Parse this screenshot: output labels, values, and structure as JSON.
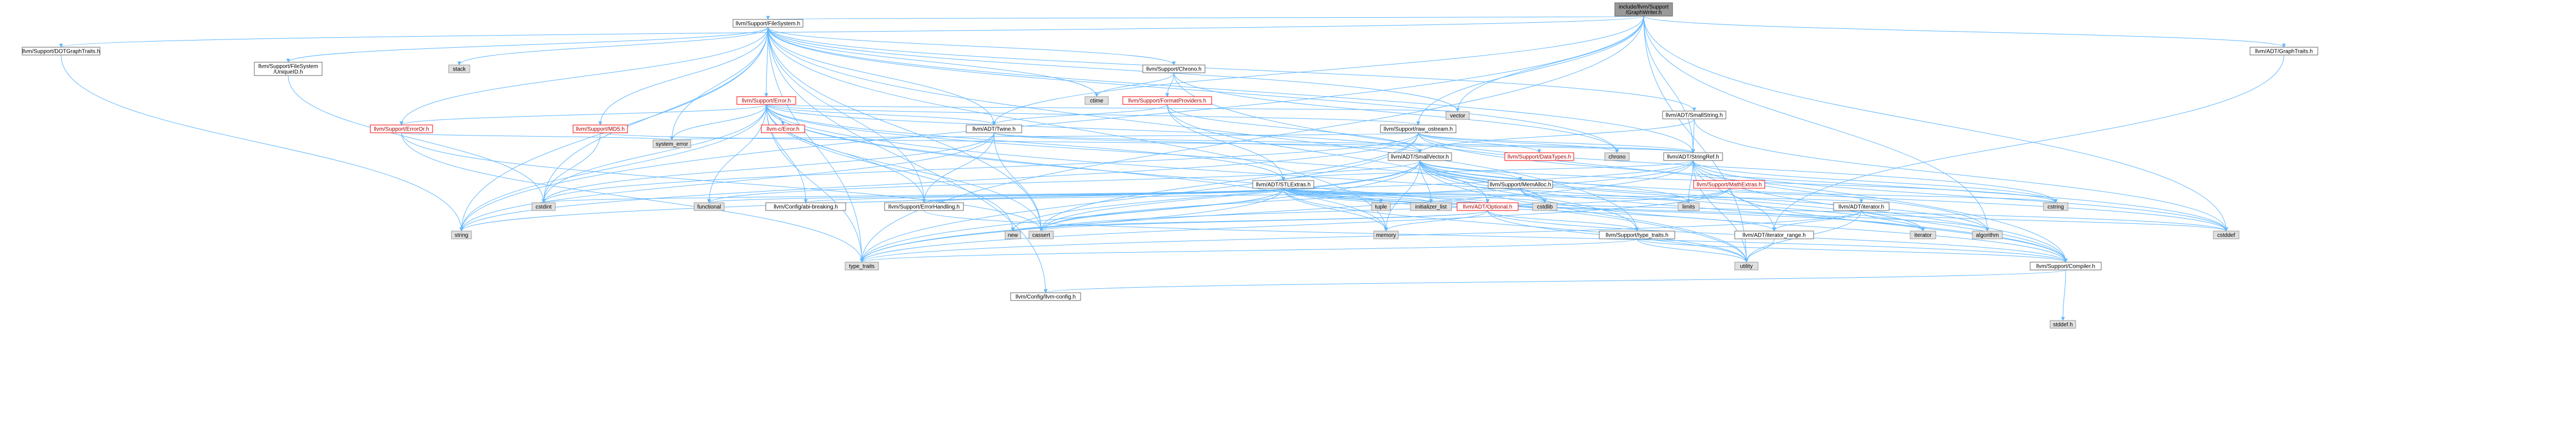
{
  "diagram": {
    "type": "include-dependency-graph",
    "nodes": [
      {
        "id": "root",
        "label": [
          "include/llvm/Support",
          "/GraphWriter.h"
        ],
        "kind": "root"
      },
      {
        "id": "dot",
        "label": [
          "llvm/Support/DOTGraphTraits.h"
        ],
        "kind": "hdr"
      },
      {
        "id": "fs",
        "label": [
          "llvm/Support/FileSystem.h"
        ],
        "kind": "hdr"
      },
      {
        "id": "graphtraits",
        "label": [
          "llvm/ADT/GraphTraits.h"
        ],
        "kind": "hdr"
      },
      {
        "id": "uniqueid",
        "label": [
          "llvm/Support/FileSystem",
          "/UniqueID.h"
        ],
        "kind": "hdr"
      },
      {
        "id": "stack",
        "label": [
          "stack"
        ],
        "kind": "std"
      },
      {
        "id": "chrono_h",
        "label": [
          "llvm/Support/Chrono.h"
        ],
        "kind": "hdr"
      },
      {
        "id": "ctime",
        "label": [
          "ctime"
        ],
        "kind": "std"
      },
      {
        "id": "formatproviders",
        "label": [
          "llvm/Support/FormatProviders.h"
        ],
        "kind": "red"
      },
      {
        "id": "error",
        "label": [
          "llvm/Support/Error.h"
        ],
        "kind": "red"
      },
      {
        "id": "vector",
        "label": [
          "vector"
        ],
        "kind": "std"
      },
      {
        "id": "smallstring",
        "label": [
          "llvm/ADT/SmallString.h"
        ],
        "kind": "hdr"
      },
      {
        "id": "erroror",
        "label": [
          "llvm/Support/ErrorOr.h"
        ],
        "kind": "red"
      },
      {
        "id": "md5",
        "label": [
          "llvm/Support/MD5.h"
        ],
        "kind": "red"
      },
      {
        "id": "cerror",
        "label": [
          "llvm-c/Error.h"
        ],
        "kind": "red"
      },
      {
        "id": "twine",
        "label": [
          "llvm/ADT/Twine.h"
        ],
        "kind": "hdr"
      },
      {
        "id": "raw_ostream",
        "label": [
          "llvm/Support/raw_ostream.h"
        ],
        "kind": "hdr"
      },
      {
        "id": "chrono",
        "label": [
          "chrono"
        ],
        "kind": "std"
      },
      {
        "id": "stringref",
        "label": [
          "llvm/ADT/StringRef.h"
        ],
        "kind": "hdr"
      },
      {
        "id": "system_error",
        "label": [
          "system_error"
        ],
        "kind": "std"
      },
      {
        "id": "smallvector",
        "label": [
          "llvm/ADT/SmallVector.h"
        ],
        "kind": "hdr"
      },
      {
        "id": "datatypes",
        "label": [
          "llvm/Support/DataTypes.h"
        ],
        "kind": "red"
      },
      {
        "id": "mathextras",
        "label": [
          "llvm/Support/MathExtras.h"
        ],
        "kind": "red"
      },
      {
        "id": "memalloc",
        "label": [
          "llvm/Support/MemAlloc.h"
        ],
        "kind": "hdr"
      },
      {
        "id": "stlextras",
        "label": [
          "llvm/ADT/STLExtras.h"
        ],
        "kind": "hdr"
      },
      {
        "id": "cstdint",
        "label": [
          "cstdint"
        ],
        "kind": "std"
      },
      {
        "id": "functional",
        "label": [
          "functional"
        ],
        "kind": "std"
      },
      {
        "id": "abibreaking",
        "label": [
          "llvm/Config/abi-breaking.h"
        ],
        "kind": "hdr"
      },
      {
        "id": "errorhandling",
        "label": [
          "llvm/Support/ErrorHandling.h"
        ],
        "kind": "hdr"
      },
      {
        "id": "tuple",
        "label": [
          "tuple"
        ],
        "kind": "std"
      },
      {
        "id": "initializer_list",
        "label": [
          "initializer_list"
        ],
        "kind": "std"
      },
      {
        "id": "optional",
        "label": [
          "llvm/ADT/Optional.h"
        ],
        "kind": "red"
      },
      {
        "id": "cstdlib",
        "label": [
          "cstdlib"
        ],
        "kind": "std"
      },
      {
        "id": "limits",
        "label": [
          "limits"
        ],
        "kind": "std"
      },
      {
        "id": "iterator_h",
        "label": [
          "llvm/ADT/iterator.h"
        ],
        "kind": "hdr"
      },
      {
        "id": "cstring",
        "label": [
          "cstring"
        ],
        "kind": "std"
      },
      {
        "id": "string",
        "label": [
          "string"
        ],
        "kind": "std"
      },
      {
        "id": "new",
        "label": [
          "new"
        ],
        "kind": "std"
      },
      {
        "id": "cassert",
        "label": [
          "cassert"
        ],
        "kind": "std"
      },
      {
        "id": "memory",
        "label": [
          "memory"
        ],
        "kind": "std"
      },
      {
        "id": "type_traits_h",
        "label": [
          "llvm/Support/type_traits.h"
        ],
        "kind": "hdr"
      },
      {
        "id": "iterator_range",
        "label": [
          "llvm/ADT/iterator_range.h"
        ],
        "kind": "hdr"
      },
      {
        "id": "iterator",
        "label": [
          "iterator"
        ],
        "kind": "std"
      },
      {
        "id": "algorithm",
        "label": [
          "algorithm"
        ],
        "kind": "std"
      },
      {
        "id": "cstddef",
        "label": [
          "cstddef"
        ],
        "kind": "std"
      },
      {
        "id": "type_traits",
        "label": [
          "type_traits"
        ],
        "kind": "std"
      },
      {
        "id": "utility",
        "label": [
          "utility"
        ],
        "kind": "std"
      },
      {
        "id": "compiler",
        "label": [
          "llvm/Support/Compiler.h"
        ],
        "kind": "hdr"
      },
      {
        "id": "llvmconfig",
        "label": [
          "llvm/Config/llvm-config.h"
        ],
        "kind": "hdr"
      },
      {
        "id": "stddef",
        "label": [
          "stddef.h"
        ],
        "kind": "std"
      }
    ],
    "edges": [
      [
        "root",
        "dot"
      ],
      [
        "root",
        "fs"
      ],
      [
        "root",
        "graphtraits"
      ],
      [
        "root",
        "twine"
      ],
      [
        "root",
        "raw_ostream"
      ],
      [
        "root",
        "stringref"
      ],
      [
        "root",
        "vector"
      ],
      [
        "root",
        "cstddef"
      ],
      [
        "root",
        "algorithm"
      ],
      [
        "root",
        "string"
      ],
      [
        "root",
        "type_traits"
      ],
      [
        "root",
        "utility"
      ],
      [
        "fs",
        "uniqueid"
      ],
      [
        "fs",
        "stack"
      ],
      [
        "fs",
        "chrono_h"
      ],
      [
        "fs",
        "ctime"
      ],
      [
        "fs",
        "error"
      ],
      [
        "fs",
        "erroror"
      ],
      [
        "fs",
        "md5"
      ],
      [
        "fs",
        "twine"
      ],
      [
        "fs",
        "smallstring"
      ],
      [
        "fs",
        "stringref"
      ],
      [
        "fs",
        "system_error"
      ],
      [
        "fs",
        "cstdint"
      ],
      [
        "fs",
        "chrono"
      ],
      [
        "fs",
        "vector"
      ],
      [
        "fs",
        "string"
      ],
      [
        "fs",
        "memory"
      ],
      [
        "fs",
        "cassert"
      ],
      [
        "fs",
        "type_traits_h"
      ],
      [
        "fs",
        "errorhandling"
      ],
      [
        "fs",
        "llvmconfig"
      ],
      [
        "fs",
        "type_traits"
      ],
      [
        "dot",
        "string"
      ],
      [
        "graphtraits",
        "iterator_range"
      ],
      [
        "chrono_h",
        "ctime"
      ],
      [
        "chrono_h",
        "formatproviders"
      ],
      [
        "chrono_h",
        "chrono"
      ],
      [
        "chrono_h",
        "compiler"
      ],
      [
        "formatproviders",
        "twine"
      ],
      [
        "formatproviders",
        "stlextras"
      ],
      [
        "formatproviders",
        "optional"
      ],
      [
        "formatproviders",
        "smallvector"
      ],
      [
        "error",
        "twine"
      ],
      [
        "error",
        "cerror"
      ],
      [
        "error",
        "erroror"
      ],
      [
        "error",
        "raw_ostream"
      ],
      [
        "error",
        "stlextras"
      ],
      [
        "error",
        "smallvector"
      ],
      [
        "error",
        "abibreaking"
      ],
      [
        "error",
        "errorhandling"
      ],
      [
        "error",
        "functional"
      ],
      [
        "error",
        "cassert"
      ],
      [
        "error",
        "cstdint"
      ],
      [
        "error",
        "cstdlib"
      ],
      [
        "error",
        "memory"
      ],
      [
        "error",
        "new"
      ],
      [
        "error",
        "string"
      ],
      [
        "error",
        "system_error"
      ],
      [
        "error",
        "type_traits"
      ],
      [
        "error",
        "utility"
      ],
      [
        "error",
        "vector"
      ],
      [
        "error",
        "compiler"
      ],
      [
        "error",
        "format"
      ],
      [
        "smallstring",
        "smallvector"
      ],
      [
        "smallstring",
        "stringref"
      ],
      [
        "smallstring",
        "cstddef"
      ],
      [
        "erroror",
        "system_error"
      ],
      [
        "erroror",
        "cassert"
      ],
      [
        "erroror",
        "type_traits"
      ],
      [
        "md5",
        "stringref"
      ],
      [
        "md5",
        "cstdint"
      ],
      [
        "twine",
        "smallvector"
      ],
      [
        "twine",
        "stringref"
      ],
      [
        "twine",
        "errorhandling"
      ],
      [
        "twine",
        "cassert"
      ],
      [
        "twine",
        "cstdint"
      ],
      [
        "twine",
        "string"
      ],
      [
        "raw_ostream",
        "stringref"
      ],
      [
        "raw_ostream",
        "datatypes"
      ],
      [
        "raw_ostream",
        "cassert"
      ],
      [
        "raw_ostream",
        "chrono"
      ],
      [
        "raw_ostream",
        "cstddef"
      ],
      [
        "raw_ostream",
        "cstdint"
      ],
      [
        "raw_ostream",
        "cstring"
      ],
      [
        "raw_ostream",
        "string"
      ],
      [
        "raw_ostream",
        "system_error"
      ],
      [
        "raw_ostream",
        "type_traits"
      ],
      [
        "stringref",
        "stlextras"
      ],
      [
        "stringref",
        "iterator_range"
      ],
      [
        "stringref",
        "compiler"
      ],
      [
        "stringref",
        "algorithm"
      ],
      [
        "stringref",
        "cassert"
      ],
      [
        "stringref",
        "cstddef"
      ],
      [
        "stringref",
        "cstring"
      ],
      [
        "stringref",
        "limits"
      ],
      [
        "stringref",
        "string"
      ],
      [
        "stringref",
        "type_traits"
      ],
      [
        "stringref",
        "utility"
      ],
      [
        "smallvector",
        "compiler"
      ],
      [
        "smallvector",
        "memalloc"
      ],
      [
        "smallvector",
        "type_traits_h"
      ],
      [
        "smallvector",
        "algorithm"
      ],
      [
        "smallvector",
        "cassert"
      ],
      [
        "smallvector",
        "cstddef"
      ],
      [
        "smallvector",
        "cstdlib"
      ],
      [
        "smallvector",
        "cstring"
      ],
      [
        "smallvector",
        "functional"
      ],
      [
        "smallvector",
        "initializer_list"
      ],
      [
        "smallvector",
        "iterator"
      ],
      [
        "smallvector",
        "limits"
      ],
      [
        "smallvector",
        "memory"
      ],
      [
        "smallvector",
        "new"
      ],
      [
        "smallvector",
        "type_traits"
      ],
      [
        "smallvector",
        "utility"
      ],
      [
        "memalloc",
        "compiler"
      ],
      [
        "memalloc",
        "errorhandling"
      ],
      [
        "memalloc",
        "cstdlib"
      ],
      [
        "mathextras",
        "compiler"
      ],
      [
        "mathextras",
        "cassert"
      ],
      [
        "mathextras",
        "climits"
      ],
      [
        "mathextras",
        "cstring"
      ],
      [
        "mathextras",
        "limits"
      ],
      [
        "mathextras",
        "type_traits"
      ],
      [
        "stlextras",
        "optional"
      ],
      [
        "stlextras",
        "iterator_h"
      ],
      [
        "stlextras",
        "iterator_range"
      ],
      [
        "stlextras",
        "abibreaking"
      ],
      [
        "stlextras",
        "errorhandling"
      ],
      [
        "stlextras",
        "algorithm"
      ],
      [
        "stlextras",
        "cassert"
      ],
      [
        "stlextras",
        "cstddef"
      ],
      [
        "stlextras",
        "cstdint"
      ],
      [
        "stlextras",
        "cstdlib"
      ],
      [
        "stlextras",
        "functional"
      ],
      [
        "stlextras",
        "initializer_list"
      ],
      [
        "stlextras",
        "iterator"
      ],
      [
        "stlextras",
        "limits"
      ],
      [
        "stlextras",
        "memory"
      ],
      [
        "stlextras",
        "tuple"
      ],
      [
        "stlextras",
        "type_traits"
      ],
      [
        "stlextras",
        "utility"
      ],
      [
        "optional",
        "compiler"
      ],
      [
        "optional",
        "type_traits_h"
      ],
      [
        "optional",
        "cassert"
      ],
      [
        "optional",
        "memory"
      ],
      [
        "optional",
        "new"
      ],
      [
        "optional",
        "utility"
      ],
      [
        "iterator_h",
        "iterator_range"
      ],
      [
        "iterator_h",
        "cstddef"
      ],
      [
        "iterator_h",
        "iterator"
      ],
      [
        "iterator_h",
        "type_traits"
      ],
      [
        "iterator_h",
        "utility"
      ],
      [
        "iterator_range",
        "utility"
      ],
      [
        "type_traits_h",
        "compiler"
      ],
      [
        "type_traits_h",
        "type_traits"
      ],
      [
        "type_traits_h",
        "utility"
      ],
      [
        "errorhandling",
        "compiler"
      ],
      [
        "compiler",
        "llvmconfig"
      ],
      [
        "compiler",
        "stddef"
      ],
      [
        "uniqueid",
        "cstdint"
      ]
    ]
  }
}
